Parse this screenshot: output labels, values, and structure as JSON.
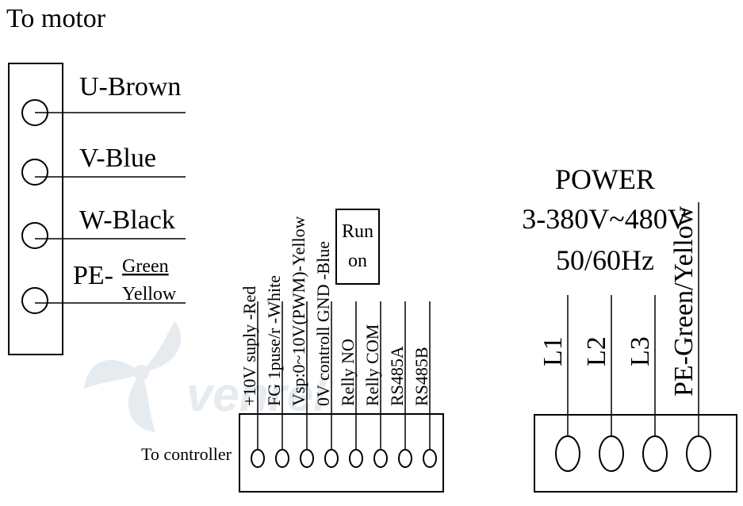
{
  "motor": {
    "title": "To motor",
    "wires": [
      {
        "label": "U-Brown"
      },
      {
        "label": "V-Blue"
      },
      {
        "label": "W-Black"
      }
    ],
    "pe": {
      "prefix": "PE-",
      "top": "Green",
      "bottom": "Yellow"
    }
  },
  "watermark": {
    "text": "venrel"
  },
  "controller": {
    "caption": "To controller",
    "relay_box": {
      "line1": "Run",
      "line2": "on"
    },
    "terminals": [
      {
        "label": "+10V suply -Red"
      },
      {
        "label": "FG 1puse/r -White"
      },
      {
        "label": "Vsp:0~10V(PWM)-Yellow"
      },
      {
        "label": "0V controll GND -Blue"
      },
      {
        "label": "Relly NO"
      },
      {
        "label": "Relly COM"
      },
      {
        "label": "RS485A"
      },
      {
        "label": "RS485B"
      }
    ]
  },
  "power": {
    "title": "POWER",
    "voltage": "3-380V~480V",
    "frequency": "50/60Hz",
    "terminals": [
      {
        "label": "L1"
      },
      {
        "label": "L2"
      },
      {
        "label": "L3"
      },
      {
        "label": "PE-Green/Yellow"
      }
    ]
  },
  "colors": {
    "line": "#000000",
    "watermark": "#e6ebf0"
  }
}
